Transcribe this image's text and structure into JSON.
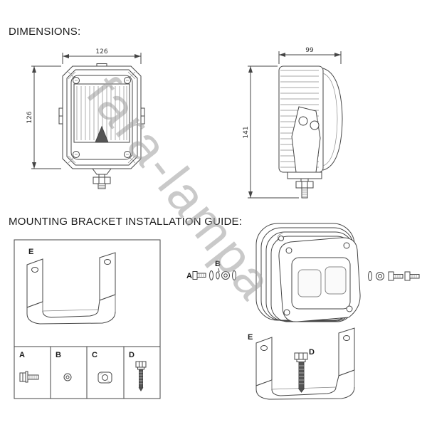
{
  "page": {
    "watermark": "fara-lampa",
    "background": "#ffffff"
  },
  "sections": {
    "dimensions_title": "DIMENSIONS:",
    "mounting_title": "MOUNTING BRACKET INSTALLATION GUIDE:"
  },
  "front_view": {
    "width_label": "126",
    "height_label": "126"
  },
  "side_view": {
    "depth_label": "99",
    "height_label": "141"
  },
  "bracket_panel": {
    "bracket_label": "E",
    "parts": [
      {
        "label": "A"
      },
      {
        "label": "B"
      },
      {
        "label": "C"
      },
      {
        "label": "D"
      }
    ]
  },
  "assembly": {
    "label_a": "A",
    "label_b": "B",
    "label_e": "E",
    "label_d": "D"
  },
  "colors": {
    "line": "#454545",
    "watermark": "#9e9e9e"
  }
}
